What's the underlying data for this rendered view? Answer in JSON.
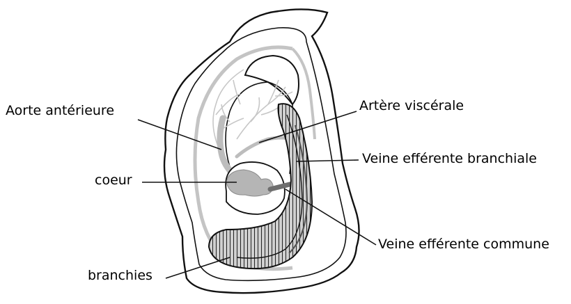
{
  "labels": {
    "aorte_anterieure": "Aorte antérieure",
    "coeur": "coeur",
    "branchies": "branchies",
    "artere_viscerale": "Artère viscérale",
    "veine_efferente_branchiale": "Veine efférente branchiale",
    "veine_efferente_commune": "Veine efférente commune"
  },
  "colors": {
    "outline": "#111111",
    "vessel": "#bdbdbd",
    "heart": "#b5b5b5",
    "gill_band": "#3a3a3a",
    "vein_dark": "#6e6e6e"
  }
}
